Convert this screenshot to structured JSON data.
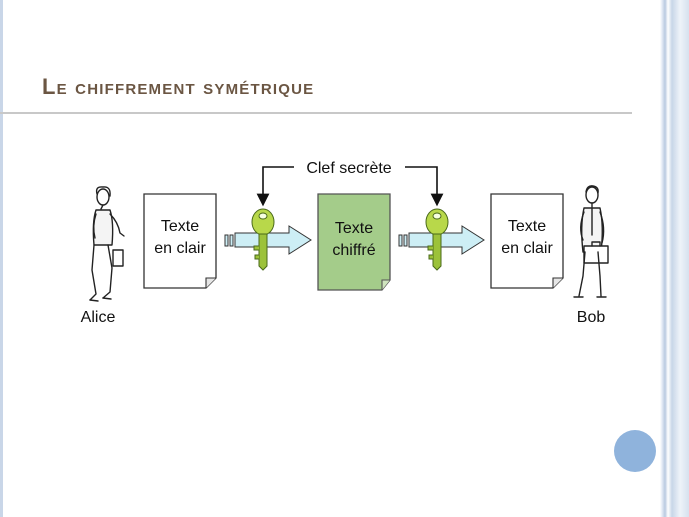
{
  "slide": {
    "title": "Le chiffrement symétrique"
  },
  "diagram": {
    "secret_key_label": "Clef secrète",
    "plaintext_left_line1": "Texte",
    "plaintext_left_line2": "en clair",
    "ciphertext_line1": "Texte",
    "ciphertext_line2": "chiffré",
    "plaintext_right_line1": "Texte",
    "plaintext_right_line2": "en clair",
    "sender_name": "Alice",
    "receiver_name": "Bob",
    "colors": {
      "ciphertext_fill": "#a4cc8a",
      "key_fill": "#b8d84a",
      "arrow_fill": "#cdeef5",
      "title_color": "#6b5643"
    }
  }
}
